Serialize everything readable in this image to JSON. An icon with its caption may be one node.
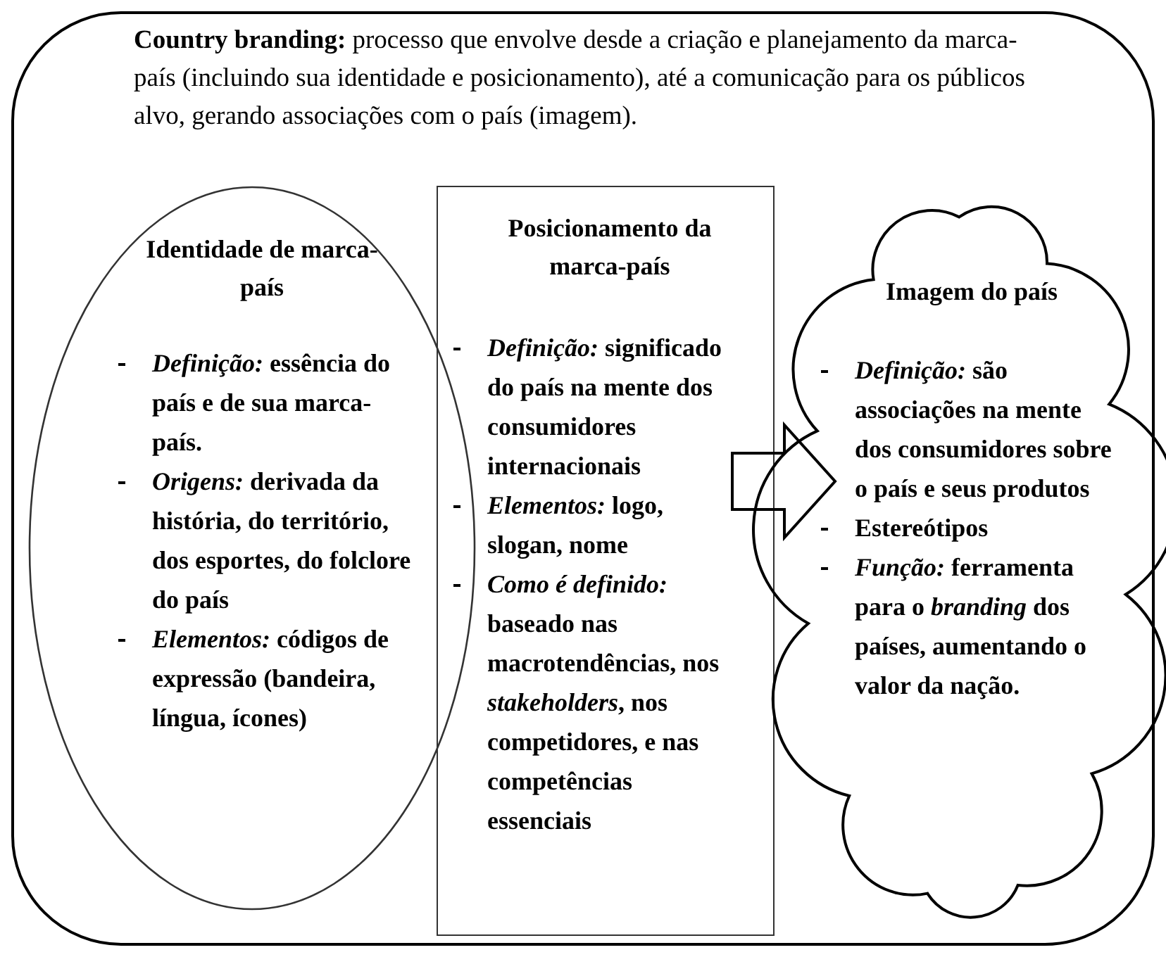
{
  "diagram": {
    "nodes": [
      {
        "text": [
          "**Country branding:** processo que envolve desde a criação e planejamento da marca-país (incluindo sua identidade e posicionamento), até a comunicação para os públicos alvo, gerando associações com o país (imagem)."
        ]
      },
      {
        "text": [
          "Identidade de marca-país",
          "*Definição:* essência do país e de sua marca-país.",
          "*Origens:* derivada da história, do território, dos esportes, do folclore do país",
          "*Elementos:* códigos de expressão (bandeira, língua, ícones)"
        ],
        "in": 0
      },
      {
        "text": [
          "Posicionamento da marca-país",
          "*Definição:* significado do país na mente dos consumidores internacionais",
          "*Elementos:* logo, slogan, nome",
          "*Como é definido:* baseado nas macrotendências, nos *stakeholders*, nos competidores, e nas competências essenciais"
        ],
        "in": 0
      },
      {
        "text": [
          "Imagem do país",
          "*Definição:* são associações na mente dos consumidores sobre o país e seus produtos",
          "Estereótipos",
          "*Função:* ferramenta para o *branding* dos países, aumentando o valor da nação."
        ],
        "in": 0
      }
    ],
    "edges": [
      {
        "from": 2,
        "to": 3,
        "arrow": "to"
      }
    ]
  }
}
